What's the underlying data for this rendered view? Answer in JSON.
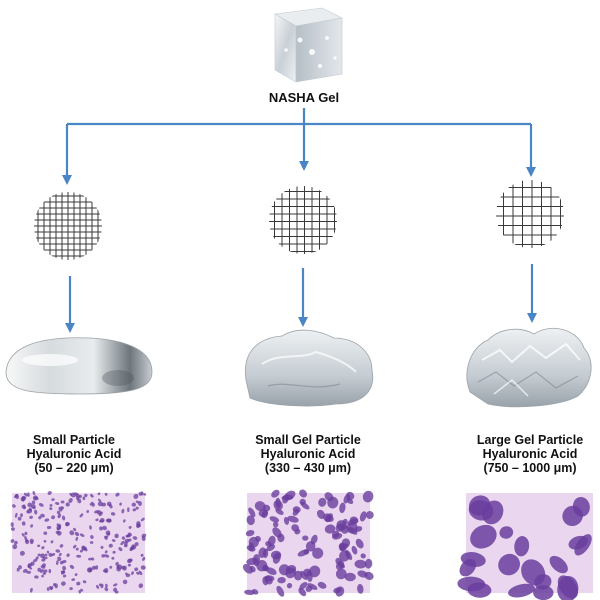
{
  "diagram": {
    "source": {
      "label": "NASHA Gel",
      "icon": "gel-cube-image"
    },
    "arrow_color": "#4a86c5",
    "sieve_icon": "mesh-grid-icon",
    "sieve_color": "#3a3a3a",
    "histology_colors": {
      "background": "#ead6ee",
      "stain": "#6a3e9e"
    },
    "branches": [
      {
        "name": "small",
        "label_lines": [
          "Small Particle",
          "Hyaluronic Acid",
          "(50 – 220 μm)"
        ],
        "gel_icon": "smooth-gel-drop-image",
        "histology_icon": "histology-small-particles-image"
      },
      {
        "name": "medium",
        "label_lines": [
          "Small Gel Particle",
          "Hyaluronic Acid",
          "(330 – 430 μm)"
        ],
        "gel_icon": "textured-gel-chunk-image",
        "histology_icon": "histology-medium-particles-image"
      },
      {
        "name": "large",
        "label_lines": [
          "Large Gel Particle",
          "Hyaluronic Acid",
          "(750 – 1000 μm)"
        ],
        "gel_icon": "crushed-gel-chunk-image",
        "histology_icon": "histology-large-particles-image"
      }
    ]
  }
}
